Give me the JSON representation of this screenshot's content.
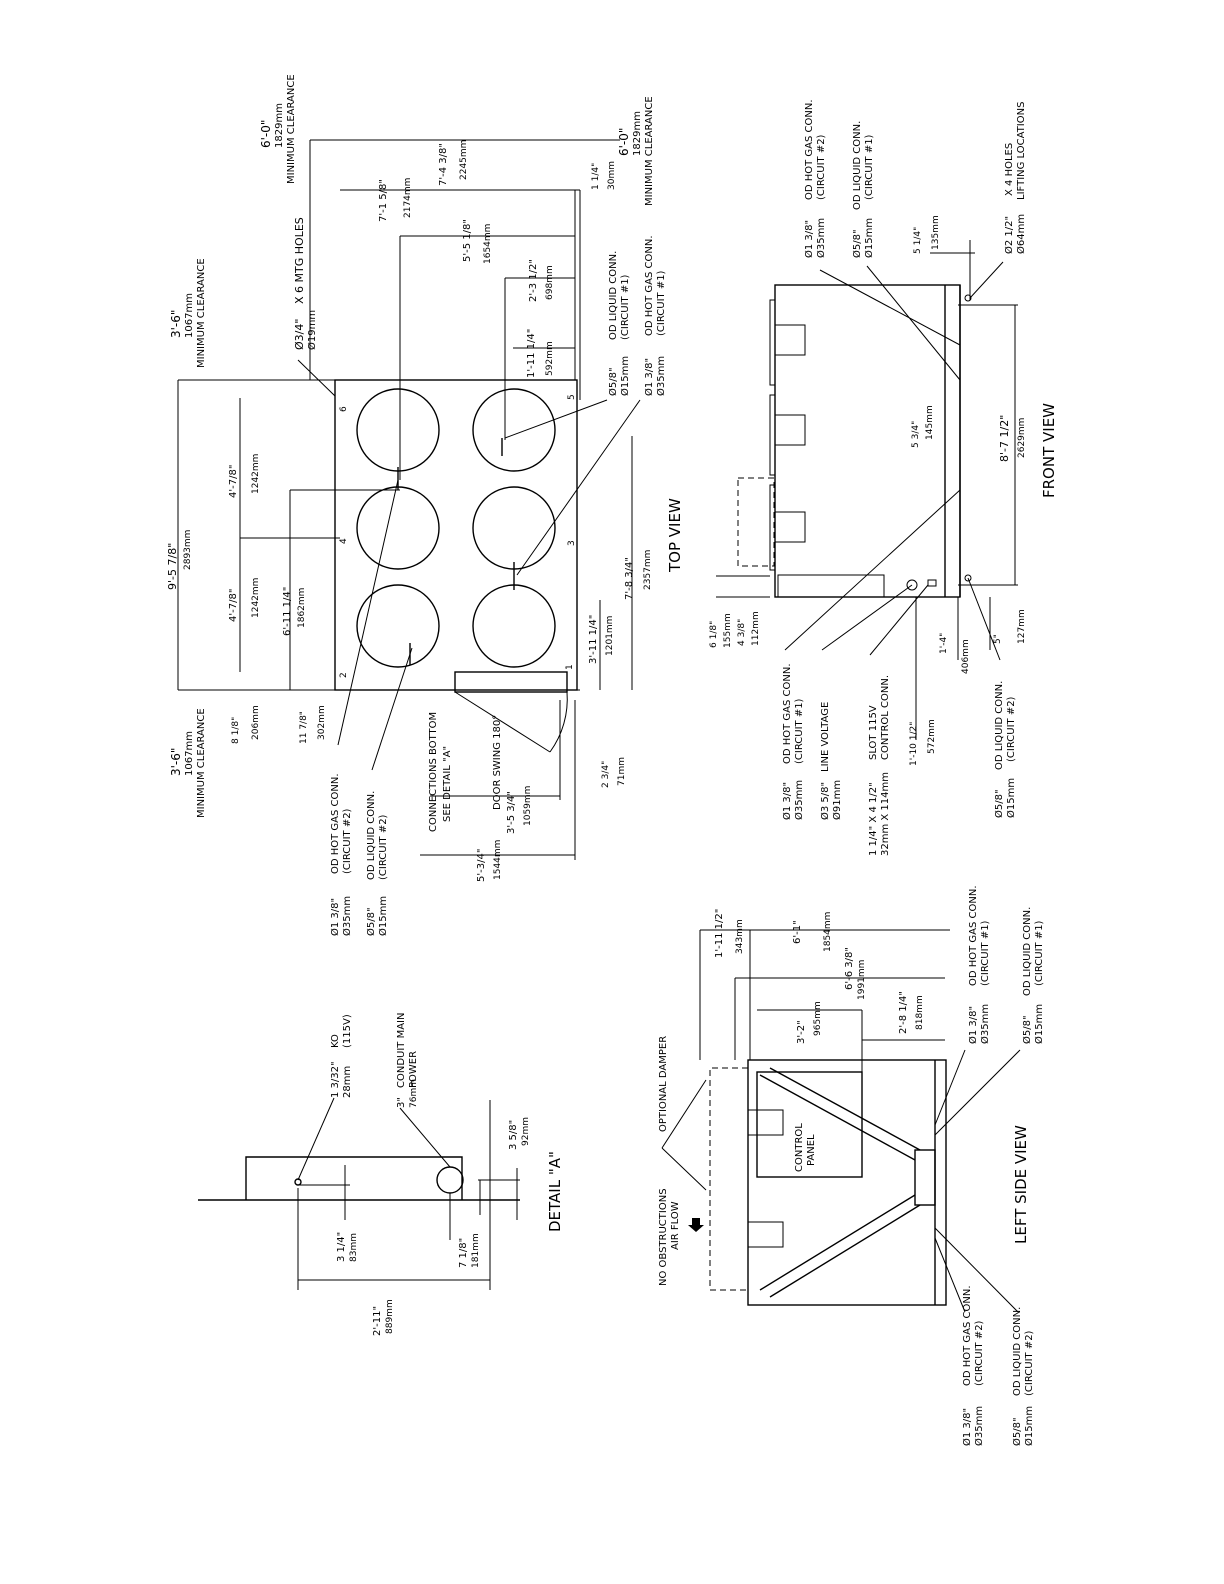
{
  "top_view": {
    "title": "TOP VIEW",
    "clearance_left": {
      "imp": "3'-6\"",
      "met": "1067mm",
      "label": "MINIMUM CLEARANCE"
    },
    "clearance_right": {
      "imp": "3'-6\"",
      "met": "1067mm",
      "label": "MINIMUM CLEARANCE"
    },
    "clearance_top": {
      "imp": "6'-0\"",
      "met": "1829mm",
      "label": "MINIMUM CLEARANCE"
    },
    "clearance_bottom": {
      "imp": "6'-0\"",
      "met": "1829mm",
      "label": "MINIMUM CLEARANCE"
    },
    "mtg_holes": {
      "dia": "Ø3/4\"",
      "text": "X 6 MTG HOLES",
      "met": "Ø19mm"
    },
    "dims": [
      {
        "imp": "9'-5 7/8\"",
        "met": "2893mm"
      },
      {
        "imp": "4'-7/8\"",
        "met": "1242mm"
      },
      {
        "imp": "4'-7/8\"",
        "met": "1242mm"
      },
      {
        "imp": "6'-11 1/4\"",
        "met": "1862mm"
      },
      {
        "imp": "8 1/8\"",
        "met": "206mm"
      },
      {
        "imp": "11 7/8\"",
        "met": "302mm"
      },
      {
        "imp": "7'-4 3/8\"",
        "met": "2245mm"
      },
      {
        "imp": "7'-1 5/8\"",
        "met": "2174mm"
      },
      {
        "imp": "5'-5 1/8\"",
        "met": "1654mm"
      },
      {
        "imp": "2'-3 1/2\"",
        "met": "698mm"
      },
      {
        "imp": "1'-11 1/4\"",
        "met": "592mm"
      },
      {
        "imp": "1 1/4\"",
        "met": "30mm"
      },
      {
        "imp": "3'-11 1/4\"",
        "met": "1201mm"
      },
      {
        "imp": "7'-8 3/4\"",
        "met": "2357mm"
      },
      {
        "imp": "3'-5 3/4\"",
        "met": "1059mm"
      },
      {
        "imp": "5'-3/4\"",
        "met": "1544mm"
      },
      {
        "imp": "2 3/4\"",
        "met": "71mm"
      }
    ],
    "hole_numbers": [
      "1",
      "2",
      "3",
      "4",
      "5",
      "6"
    ],
    "connections": "CONNECTIONS BOTTOM",
    "see_detail": "SEE DETAIL \"A\"",
    "door_swing": "DOOR SWING 180°",
    "labels": [
      {
        "dia": "Ø5/8\"",
        "text": "OD LIQUID CONN.",
        "met": "Ø15mm",
        "circuit": "(CIRCUIT #1)"
      },
      {
        "dia": "Ø1 3/8\"",
        "text": "OD HOT GAS CONN.",
        "met": "Ø35mm",
        "circuit": "(CIRCUIT #1)"
      },
      {
        "dia": "Ø1 3/8\"",
        "text": "OD HOT GAS CONN.",
        "met": "Ø35mm",
        "circuit": "(CIRCUIT #2)"
      },
      {
        "dia": "Ø5/8\"",
        "text": "OD LIQUID CONN.",
        "met": "Ø15mm",
        "circuit": "(CIRCUIT #2)"
      }
    ]
  },
  "front_view": {
    "title": "FRONT VIEW",
    "dims": [
      {
        "imp": "6 1/8\"",
        "met": "155mm"
      },
      {
        "imp": "4 3/8\"",
        "met": "112mm"
      },
      {
        "imp": "5 3/4\"",
        "met": "145mm"
      },
      {
        "imp": "8'-7 1/2\"",
        "met": "2629mm"
      },
      {
        "imp": "5 1/4\"",
        "met": "135mm"
      },
      {
        "imp": "1'-4\"",
        "met": "406mm"
      },
      {
        "imp": "5\"",
        "met": "127mm"
      },
      {
        "imp": "1'-10 1/2\"",
        "met": "572mm"
      }
    ],
    "labels": [
      {
        "dia": "Ø1 3/8\"",
        "text": "OD HOT GAS CONN.",
        "met": "Ø35mm",
        "circuit": "(CIRCUIT #2)"
      },
      {
        "dia": "Ø5/8\"",
        "text": "OD LIQUID CONN.",
        "met": "Ø15mm",
        "circuit": "(CIRCUIT #1)"
      },
      {
        "dia": "Ø2 1/2\"",
        "text": "X 4 HOLES",
        "met": "Ø64mm",
        "circuit": "LIFTING LOCATIONS"
      },
      {
        "dia": "Ø1 3/8\"",
        "text": "OD HOT GAS CONN.",
        "met": "Ø35mm",
        "circuit": "(CIRCUIT #1)"
      },
      {
        "dia": "Ø3 5/8\"",
        "text": "LINE VOLTAGE",
        "met": "Ø91mm",
        "circuit": ""
      },
      {
        "dia": "1 1/4\" X 4 1/2\"",
        "text": "SLOT 115V",
        "met": "32mm X 114mm",
        "circuit": "CONTROL CONN."
      },
      {
        "dia": "Ø5/8\"",
        "text": "OD LIQUID CONN.",
        "met": "Ø15mm",
        "circuit": "(CIRCUIT #2)"
      }
    ]
  },
  "detail_a": {
    "title": "DETAIL \"A\"",
    "ko": {
      "imp": "1 3/32\"",
      "text": "KO",
      "met": "28mm",
      "extra": "(115V)"
    },
    "conduit": {
      "imp": "3\"",
      "met": "76mm",
      "text1": "CONDUIT MAIN",
      "text2": "POWER"
    },
    "dims": [
      {
        "imp": "3 5/8\"",
        "met": "92mm"
      },
      {
        "imp": "3 1/4\"",
        "met": "83mm"
      },
      {
        "imp": "7 1/8\"",
        "met": "181mm"
      },
      {
        "imp": "2'-11\"",
        "met": "889mm"
      }
    ]
  },
  "left_side_view": {
    "title": "LEFT SIDE VIEW",
    "control_panel": [
      "CONTROL",
      "PANEL"
    ],
    "optional_damper": "OPTIONAL DAMPER",
    "air_flow": [
      "NO OBSTRUCTIONS",
      "AIR FLOW"
    ],
    "dims": [
      {
        "imp": "1'-11 1/2\"",
        "met": "343mm"
      },
      {
        "imp": "6'-1\"",
        "met": "1854mm"
      },
      {
        "imp": "6'-6 3/8\"",
        "met": "1991mm"
      },
      {
        "imp": "3'-2\"",
        "met": "965mm"
      },
      {
        "imp": "2'-8 1/4\"",
        "met": "818mm"
      }
    ],
    "labels": [
      {
        "dia": "Ø1 3/8\"",
        "text": "OD HOT GAS CONN.",
        "met": "Ø35mm",
        "circuit": "(CIRCUIT #1)"
      },
      {
        "dia": "Ø5/8\"",
        "text": "OD LIQUID CONN.",
        "met": "Ø15mm",
        "circuit": "(CIRCUIT #1)"
      },
      {
        "dia": "Ø1 3/8\"",
        "text": "OD HOT GAS CONN.",
        "met": "Ø35mm",
        "circuit": "(CIRCUIT #2)"
      },
      {
        "dia": "Ø5/8\"",
        "text": "OD LIQUID CONN.",
        "met": "Ø15mm",
        "circuit": "(CIRCUIT #2)"
      }
    ]
  }
}
